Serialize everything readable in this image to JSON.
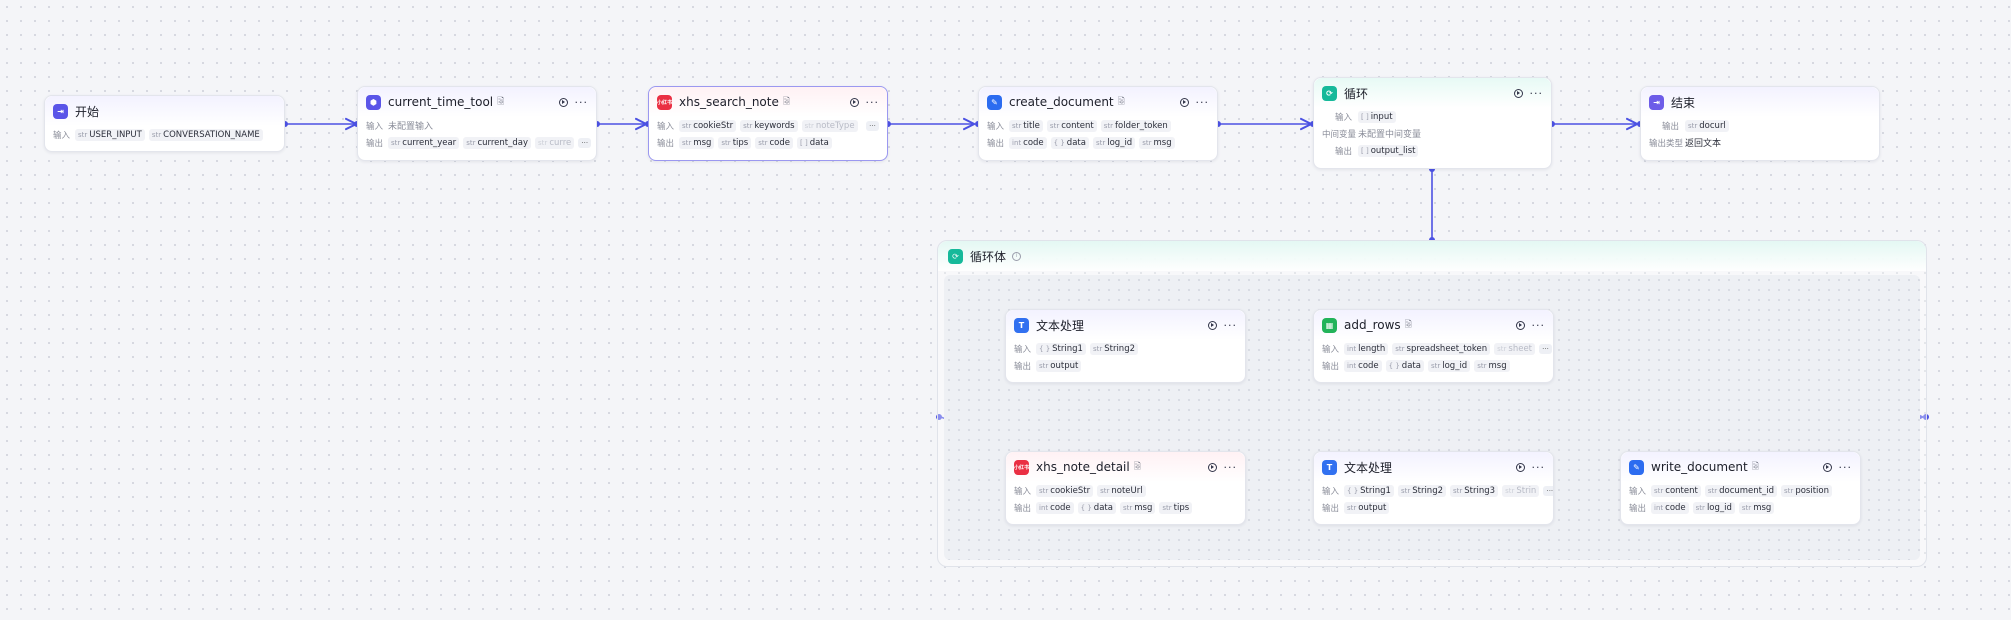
{
  "colors": {
    "edge": "#4c52e3",
    "icon_start": "#5a55e8",
    "icon_plugin": "#5a55e8",
    "icon_xhs": "#ea2f43",
    "icon_doc": "#2c6cf0",
    "icon_loop": "#16b99a",
    "icon_end": "#6d5ce8",
    "icon_text": "#3170f0",
    "icon_sheet": "#22b35a"
  },
  "labels": {
    "input": "输入",
    "output": "输出",
    "mid_var": "中间变量",
    "out_type": "输出类型",
    "type_str": "str",
    "type_int": "int",
    "type_obj": "{ }",
    "type_arr": "[ ]",
    "type_arr_obj": "[ ]",
    "more": "···",
    "overflow": "···"
  },
  "nodes": {
    "start": {
      "title": "开始",
      "icon": "start-icon",
      "inputs": [
        {
          "type": "str",
          "name": "USER_INPUT"
        },
        {
          "type": "str",
          "name": "CONVERSATION_NAME"
        }
      ]
    },
    "current_time_tool": {
      "title": "current_time_tool",
      "tag": "🗟",
      "input_placeholder": "未配置输入",
      "outputs": [
        {
          "type": "str",
          "name": "current_year"
        },
        {
          "type": "str",
          "name": "current_day"
        },
        {
          "type": "str",
          "name": "curre"
        }
      ]
    },
    "xhs_search_note": {
      "title": "xhs_search_note",
      "tag": "🗟",
      "icon_text": "小红书",
      "inputs": [
        {
          "type": "str",
          "name": "cookieStr"
        },
        {
          "type": "str",
          "name": "keywords"
        },
        {
          "type": "str",
          "name": "noteType"
        }
      ],
      "outputs": [
        {
          "type": "str",
          "name": "msg"
        },
        {
          "type": "str",
          "name": "tips"
        },
        {
          "type": "str",
          "name": "code"
        },
        {
          "type": "[ ]",
          "name": "data"
        }
      ]
    },
    "create_document": {
      "title": "create_document",
      "tag": "🗟",
      "inputs": [
        {
          "type": "str",
          "name": "title"
        },
        {
          "type": "str",
          "name": "content"
        },
        {
          "type": "str",
          "name": "folder_token"
        }
      ],
      "outputs": [
        {
          "type": "int",
          "name": "code"
        },
        {
          "type": "{ }",
          "name": "data"
        },
        {
          "type": "str",
          "name": "log_id"
        },
        {
          "type": "str",
          "name": "msg"
        }
      ]
    },
    "loop": {
      "title": "循环",
      "inputs": [
        {
          "type": "[ ]",
          "name": "input"
        }
      ],
      "mid_placeholder": "未配置中间变量",
      "outputs": [
        {
          "type": "[ ]",
          "name": "output_list"
        }
      ]
    },
    "end": {
      "title": "结束",
      "outputs": [
        {
          "type": "str",
          "name": "docurl"
        }
      ],
      "out_type_value": "返回文本"
    },
    "loop_body": {
      "title": "循环体",
      "info": "i"
    },
    "text_proc_1": {
      "title": "文本处理",
      "inputs": [
        {
          "type": "{ }",
          "name": "String1"
        },
        {
          "type": "str",
          "name": "String2"
        }
      ],
      "outputs": [
        {
          "type": "str",
          "name": "output"
        }
      ]
    },
    "add_rows": {
      "title": "add_rows",
      "tag": "🗟",
      "inputs": [
        {
          "type": "int",
          "name": "length"
        },
        {
          "type": "str",
          "name": "spreadsheet_token"
        },
        {
          "type": "str",
          "name": "sheet"
        }
      ],
      "outputs": [
        {
          "type": "int",
          "name": "code"
        },
        {
          "type": "{ }",
          "name": "data"
        },
        {
          "type": "str",
          "name": "log_id"
        },
        {
          "type": "str",
          "name": "msg"
        }
      ]
    },
    "xhs_note_detail": {
      "title": "xhs_note_detail",
      "tag": "🗟",
      "icon_text": "小红书",
      "inputs": [
        {
          "type": "str",
          "name": "cookieStr"
        },
        {
          "type": "str",
          "name": "noteUrl"
        }
      ],
      "outputs": [
        {
          "type": "int",
          "name": "code"
        },
        {
          "type": "{ }",
          "name": "data"
        },
        {
          "type": "str",
          "name": "msg"
        },
        {
          "type": "str",
          "name": "tips"
        }
      ]
    },
    "text_proc_2": {
      "title": "文本处理",
      "inputs": [
        {
          "type": "{ }",
          "name": "String1"
        },
        {
          "type": "str",
          "name": "String2"
        },
        {
          "type": "str",
          "name": "String3"
        },
        {
          "type": "str",
          "name": "Strin"
        }
      ],
      "outputs": [
        {
          "type": "str",
          "name": "output"
        }
      ]
    },
    "write_document": {
      "title": "write_document",
      "tag": "🗟",
      "inputs": [
        {
          "type": "str",
          "name": "content"
        },
        {
          "type": "str",
          "name": "document_id"
        },
        {
          "type": "str",
          "name": "position"
        }
      ],
      "outputs": [
        {
          "type": "int",
          "name": "code"
        },
        {
          "type": "str",
          "name": "log_id"
        },
        {
          "type": "str",
          "name": "msg"
        }
      ]
    }
  }
}
